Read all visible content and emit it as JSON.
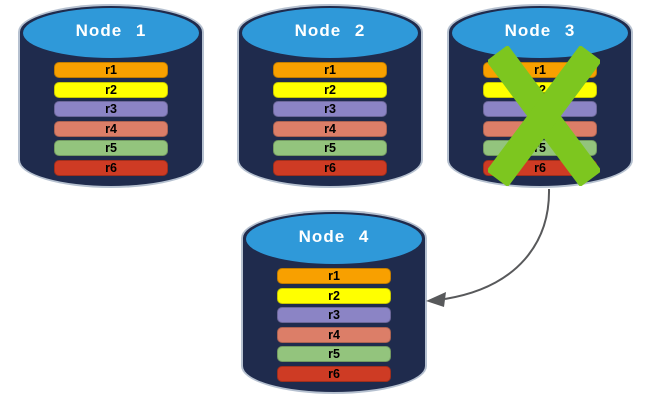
{
  "nodes": [
    {
      "label": "Node 1",
      "crossed_out": false,
      "records": [
        {
          "label": "r1",
          "color": "#F8A000"
        },
        {
          "label": "r2",
          "color": "#FFFF00"
        },
        {
          "label": "r3",
          "color": "#8B84C5"
        },
        {
          "label": "r4",
          "color": "#DC7E68"
        },
        {
          "label": "r5",
          "color": "#93C47D"
        },
        {
          "label": "r6",
          "color": "#CE3B24"
        }
      ]
    },
    {
      "label": "Node 2",
      "crossed_out": false,
      "records": [
        {
          "label": "r1",
          "color": "#F8A000"
        },
        {
          "label": "r2",
          "color": "#FFFF00"
        },
        {
          "label": "r3",
          "color": "#8B84C5"
        },
        {
          "label": "r4",
          "color": "#DC7E68"
        },
        {
          "label": "r5",
          "color": "#93C47D"
        },
        {
          "label": "r6",
          "color": "#CE3B24"
        }
      ]
    },
    {
      "label": "Node 3",
      "crossed_out": true,
      "records": [
        {
          "label": "r1",
          "color": "#F8A000"
        },
        {
          "label": "r2",
          "color": "#FFFF00"
        },
        {
          "label": "r3",
          "color": "#8B84C5"
        },
        {
          "label": "r4",
          "color": "#DC7E68"
        },
        {
          "label": "r5",
          "color": "#93C47D"
        },
        {
          "label": "r6",
          "color": "#CE3B24"
        }
      ]
    },
    {
      "label": "Node 4",
      "crossed_out": false,
      "records": [
        {
          "label": "r1",
          "color": "#F8A000"
        },
        {
          "label": "r2",
          "color": "#FFFF00"
        },
        {
          "label": "r3",
          "color": "#8B84C5"
        },
        {
          "label": "r4",
          "color": "#DC7E68"
        },
        {
          "label": "r5",
          "color": "#93C47D"
        },
        {
          "label": "r6",
          "color": "#CE3B24"
        }
      ]
    }
  ],
  "arrow": {
    "from": "Node 3",
    "to": "Node 4"
  },
  "colors": {
    "cylinder_body": "#1F2B4D",
    "cylinder_top": "#2F99D9",
    "cross": "#7DC61F",
    "arrow": "#58595B"
  }
}
